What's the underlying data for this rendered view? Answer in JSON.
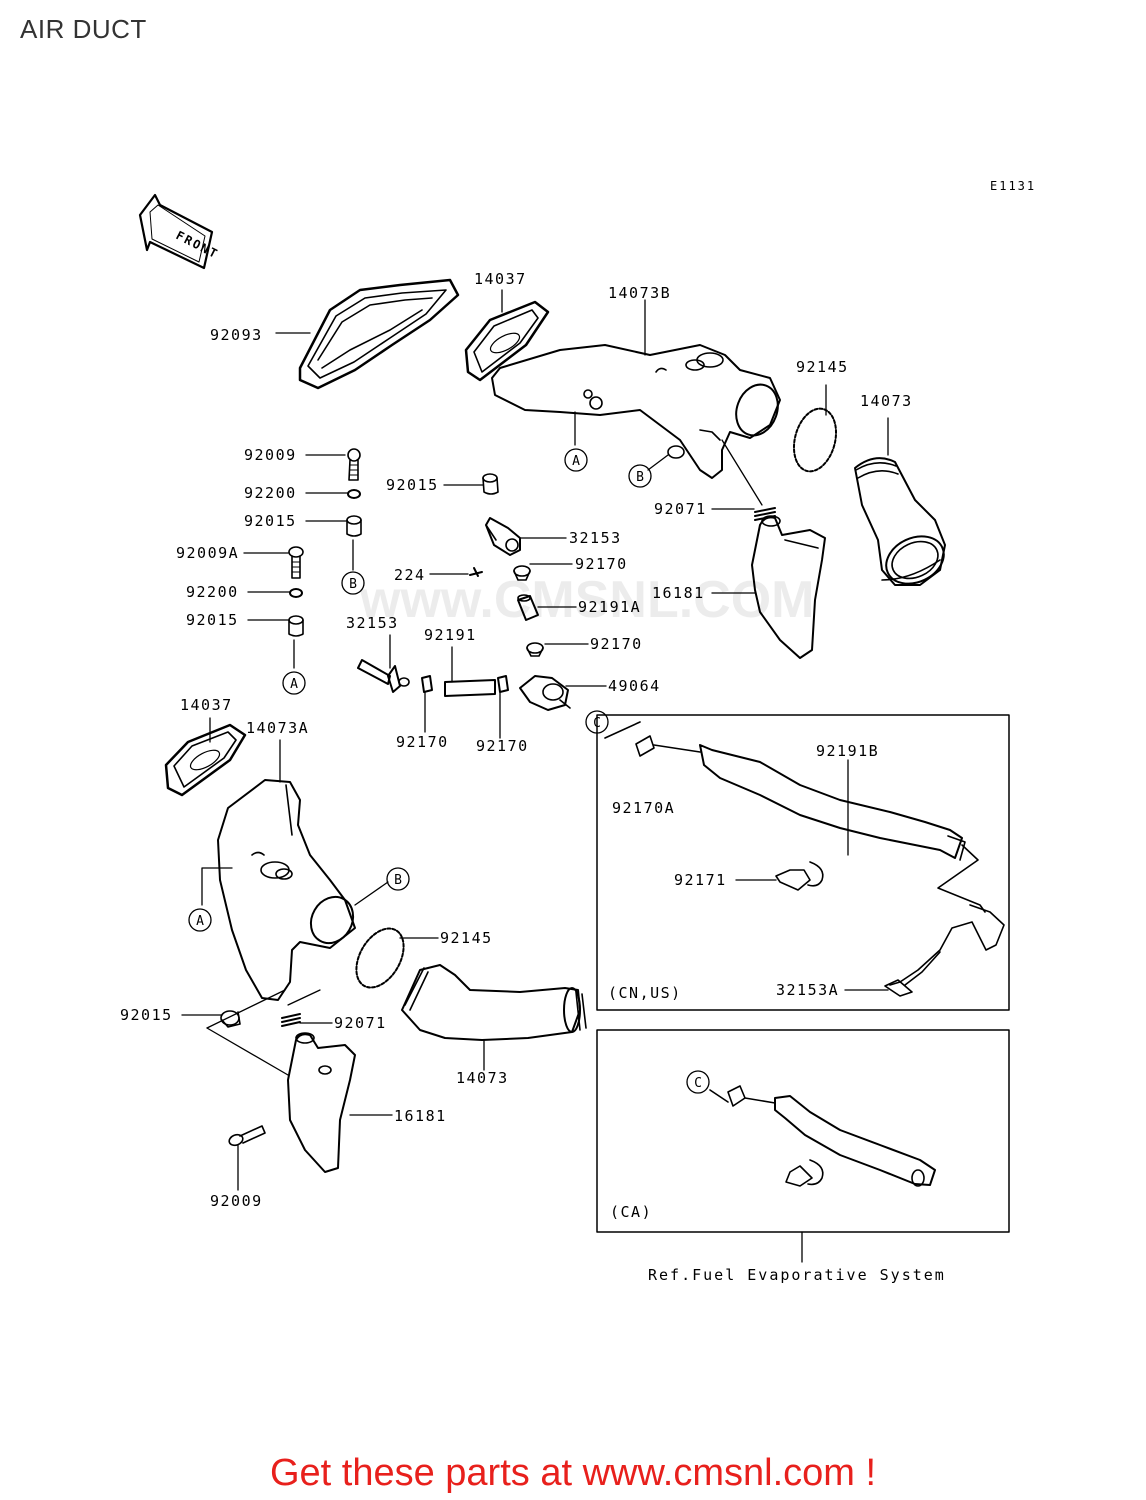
{
  "page": {
    "title": "AIR DUCT",
    "diagram_code": "E1131",
    "front_label": "FRONT",
    "footer_text": "Get these parts at www.cmsnl.com !",
    "watermark_text": "www.CMSNL.COM"
  },
  "callouts": {
    "p14037_top": "14037",
    "p14073B": "14073B",
    "p92093": "92093",
    "p92145_top": "92145",
    "p14073_top": "14073",
    "p92009": "92009",
    "p92200_a": "92200",
    "p92015_a": "92015",
    "p92009A": "92009A",
    "p92200_b": "92200",
    "p92015_b": "92015",
    "p92015_c": "92015",
    "p32153_top": "32153",
    "p224": "224",
    "p92170_a": "92170",
    "p92191A": "92191A",
    "p92170_b": "92170",
    "p16181_top": "16181",
    "p92071_top": "92071",
    "p32153_mid": "32153",
    "p92191": "92191",
    "p49064": "49064",
    "p92170_c": "92170",
    "p92170_d": "92170",
    "p14037_bottom": "14037",
    "p14073A": "14073A",
    "p92170A": "92170A",
    "p92191B": "92191B",
    "p92171": "92171",
    "p32153A": "32153A",
    "p92145_bottom": "92145",
    "p92015_d": "92015",
    "p92071_bottom": "92071",
    "p14073_bottom": "14073",
    "p16181_bottom": "16181",
    "p92009_bottom": "92009"
  },
  "markers": {
    "A": "A",
    "B": "B",
    "C": "C"
  },
  "regions": {
    "cn_us": "(CN,US)",
    "ca": "(CA)"
  },
  "reference": {
    "label": "Ref.Fuel Evaporative System"
  }
}
